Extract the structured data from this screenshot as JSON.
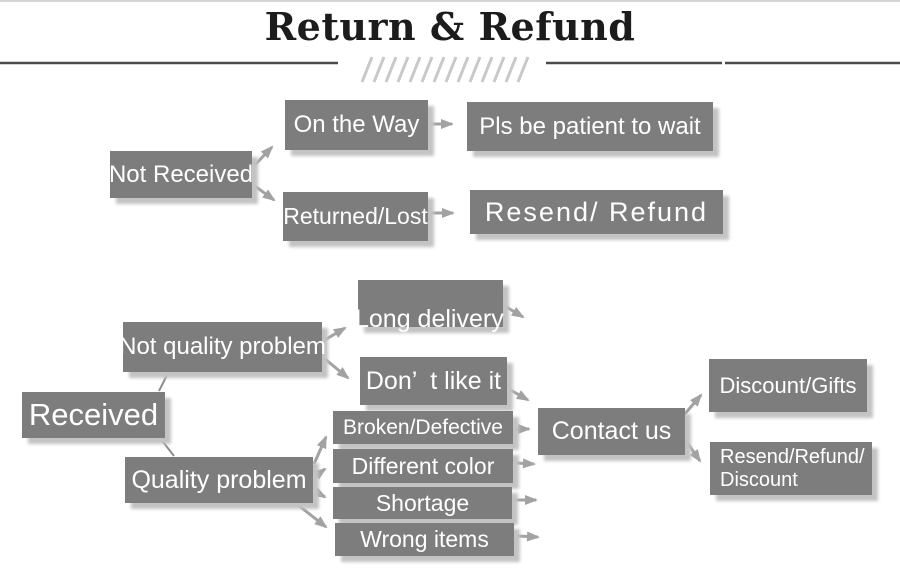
{
  "header": {
    "title": "Return & Refund"
  },
  "colors": {
    "box": "#7d7d7d",
    "box_text": "#ffffff",
    "arrow": "#a2a2a2",
    "connector": "#8d8d8d",
    "shadow": "#c3c3c3",
    "divider": "#4a4a4a",
    "hatch": "#c9c9c9",
    "title": "#1c1c1c",
    "background": "#ffffff",
    "top_edge": "#d6d6d6"
  },
  "nodes": {
    "not_received": {
      "label": "Not Received"
    },
    "on_the_way": {
      "label": "On the Way"
    },
    "pls_wait": {
      "label": "Pls be patient to wait"
    },
    "returned_lost": {
      "label": "Returned/Lost"
    },
    "resend_refund": {
      "label": "Resend/ Refund"
    },
    "received": {
      "label": "Received"
    },
    "not_quality": {
      "label": "Not quality problem"
    },
    "long_delivery": {
      "label": "Long delivery"
    },
    "dont_like": {
      "label": "Don’  t like it"
    },
    "quality": {
      "label": "Quality problem"
    },
    "broken": {
      "label": "Broken/Defective"
    },
    "diff_color": {
      "label": "Different color"
    },
    "shortage": {
      "label": "Shortage"
    },
    "wrong_items": {
      "label": "Wrong items"
    },
    "contact_us": {
      "label": "Contact us"
    },
    "discount_gifts": {
      "label": "Discount/Gifts"
    },
    "resend_refund_discount": {
      "lines": [
        "Resend/Refund/",
        "Discount"
      ]
    }
  },
  "edges": [
    {
      "from": "not_received",
      "to": "on_the_way"
    },
    {
      "from": "not_received",
      "to": "returned_lost"
    },
    {
      "from": "on_the_way",
      "to": "pls_wait"
    },
    {
      "from": "returned_lost",
      "to": "resend_refund"
    },
    {
      "from": "received",
      "to": "not_quality"
    },
    {
      "from": "received",
      "to": "quality"
    },
    {
      "from": "not_quality",
      "to": "long_delivery"
    },
    {
      "from": "not_quality",
      "to": "dont_like"
    },
    {
      "from": "long_delivery",
      "to": "contact_us"
    },
    {
      "from": "dont_like",
      "to": "contact_us"
    },
    {
      "from": "quality",
      "to": "broken"
    },
    {
      "from": "quality",
      "to": "diff_color"
    },
    {
      "from": "quality",
      "to": "shortage"
    },
    {
      "from": "quality",
      "to": "wrong_items"
    },
    {
      "from": "broken",
      "to": "contact_us"
    },
    {
      "from": "diff_color",
      "to": "contact_us"
    },
    {
      "from": "shortage",
      "to": "contact_us"
    },
    {
      "from": "wrong_items",
      "to": "contact_us"
    },
    {
      "from": "contact_us",
      "to": "discount_gifts"
    },
    {
      "from": "contact_us",
      "to": "resend_refund_discount"
    }
  ]
}
